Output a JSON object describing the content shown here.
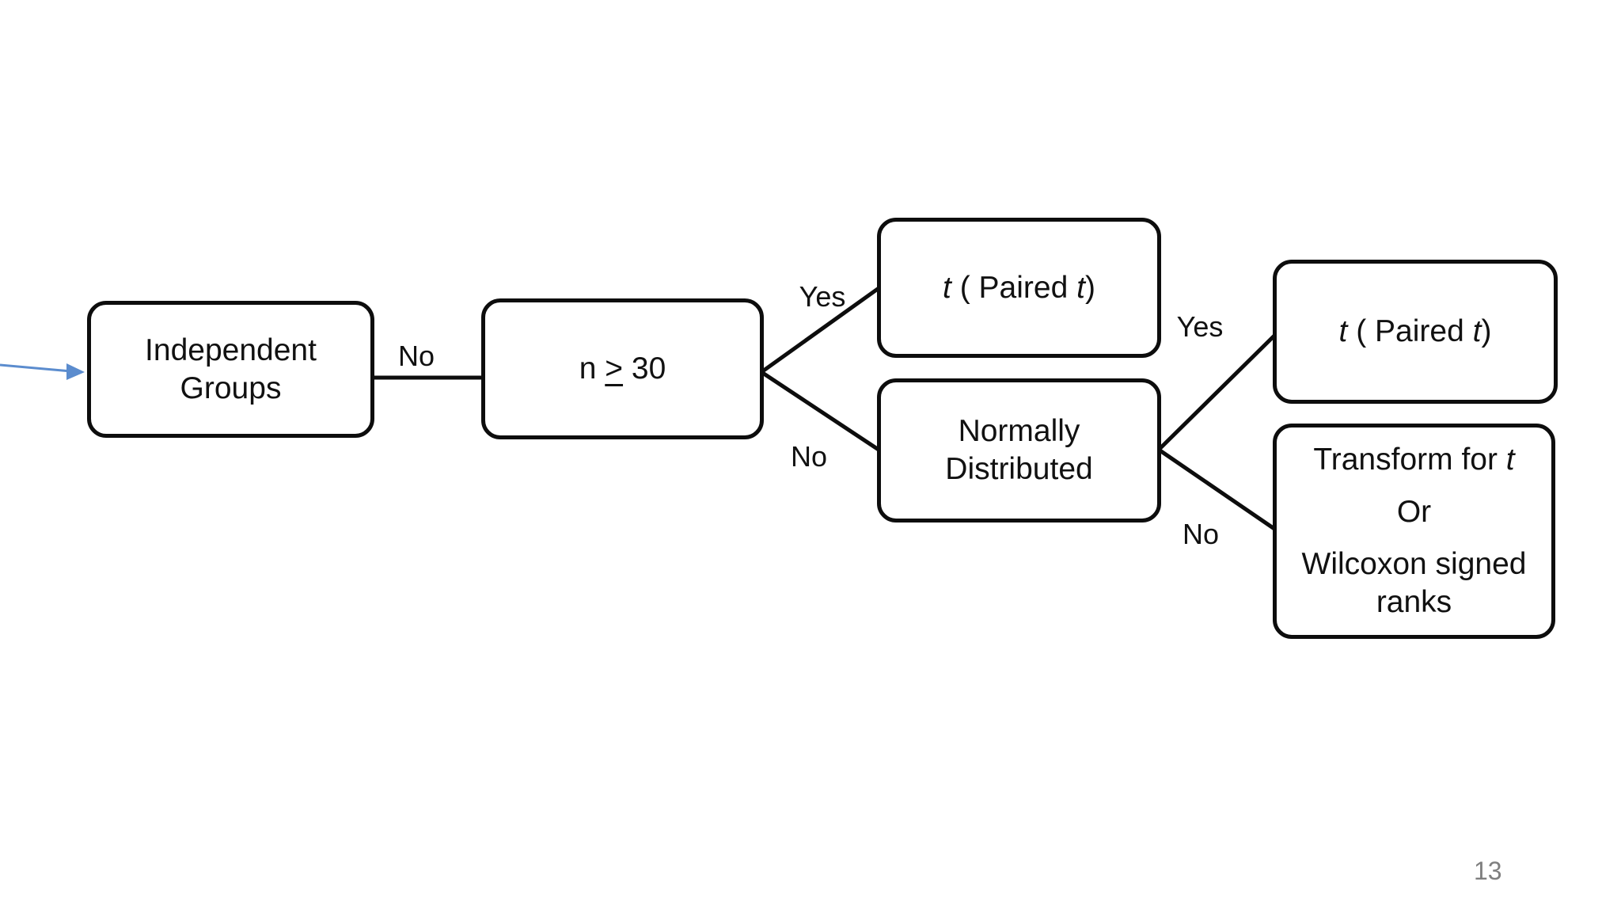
{
  "page": {
    "number": "13"
  },
  "colors": {
    "background": "#ffffff",
    "box_border": "#0d0d0d",
    "box_fill": "#ffffff",
    "text": "#111111",
    "edge_line": "#0d0d0d",
    "entry_arrow": "#5b8cce",
    "page_number": "#7f7f7f"
  },
  "diagram": {
    "type": "flowchart-decision-tree",
    "nodes": [
      {
        "id": "independent-groups",
        "lines": [
          [
            {
              "t": "Independent"
            }
          ],
          [
            {
              "t": "Groups"
            }
          ]
        ]
      },
      {
        "id": "n-ge-30",
        "lines": [
          [
            {
              "t": "n "
            },
            {
              "t": ">",
              "underline": true
            },
            {
              "t": " 30"
            }
          ]
        ]
      },
      {
        "id": "paired-t-top",
        "lines": [
          [
            {
              "t": "t",
              "italic": true
            },
            {
              "t": " ( Paired "
            },
            {
              "t": "t",
              "italic": true
            },
            {
              "t": ")"
            }
          ]
        ]
      },
      {
        "id": "normally-distributed",
        "lines": [
          [
            {
              "t": "Normally"
            }
          ],
          [
            {
              "t": "Distributed"
            }
          ]
        ]
      },
      {
        "id": "paired-t-right",
        "lines": [
          [
            {
              "t": "t",
              "italic": true
            },
            {
              "t": " ( Paired "
            },
            {
              "t": "t",
              "italic": true
            },
            {
              "t": ")"
            }
          ]
        ]
      },
      {
        "id": "transform-or-wilcoxon",
        "lines": [
          [
            {
              "t": "Transform for "
            },
            {
              "t": "t",
              "italic": true
            }
          ],
          [
            {
              "t": "Or"
            }
          ],
          [
            {
              "t": "Wilcoxon signed ranks"
            }
          ]
        ]
      }
    ],
    "edges": [
      {
        "from": "independent-groups",
        "to": "n-ge-30",
        "label": "No"
      },
      {
        "from": "n-ge-30",
        "to": "paired-t-top",
        "label": "Yes"
      },
      {
        "from": "n-ge-30",
        "to": "normally-distributed",
        "label": "No"
      },
      {
        "from": "normally-distributed",
        "to": "paired-t-right",
        "label": "Yes"
      },
      {
        "from": "normally-distributed",
        "to": "transform-or-wilcoxon",
        "label": "No"
      }
    ]
  }
}
